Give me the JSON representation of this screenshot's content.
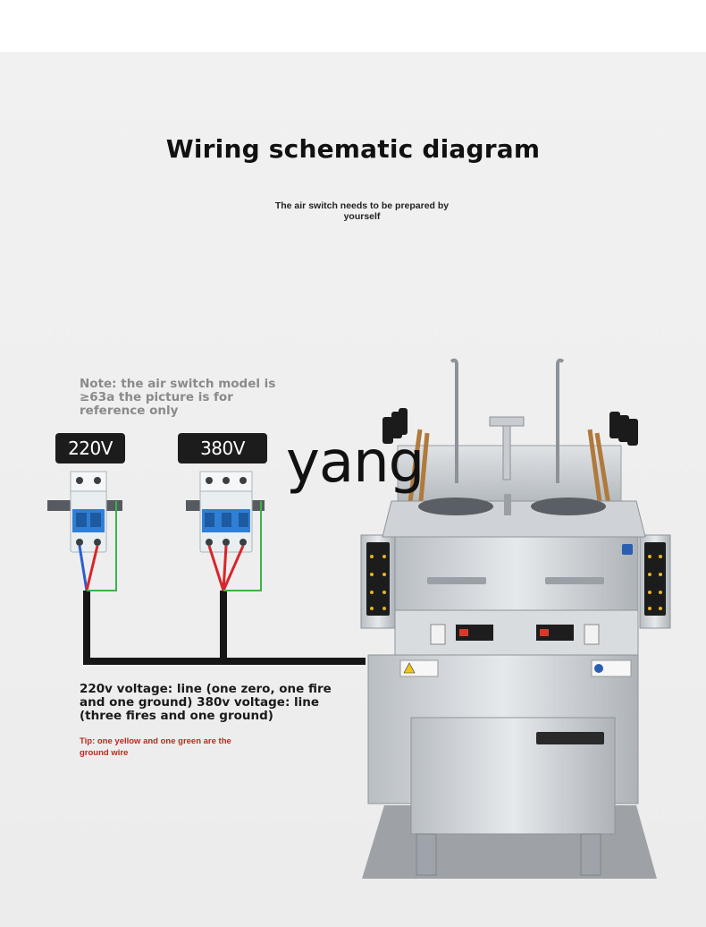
{
  "title": "Wiring schematic diagram",
  "subtitle": "The air switch needs to be prepared by yourself",
  "note": "Note: the air switch model is ≥63a the picture is for reference only",
  "badges": {
    "v220": "220V",
    "v380": "380V"
  },
  "voltage_description": "220v voltage: line (one zero, one fire and one ground) 380v voltage: line (three fires and one ground)",
  "tip": "Tip: one yellow and one green are the ground wire",
  "watermark": "yang",
  "colors": {
    "wire_blue": "#2b5fd0",
    "wire_red": "#d8262a",
    "wire_green": "#38b449",
    "cable": "#161616",
    "tip_text": "#c0271d",
    "switch_body": "#e9eef1",
    "switch_blue": "#2f7fd6"
  },
  "machine": {
    "type": "stainless steel electric noodle cooker",
    "icons": [
      "faucet-icon",
      "warning-label-icon",
      "temperature-display-icon",
      "drawer-handle-icon"
    ]
  }
}
